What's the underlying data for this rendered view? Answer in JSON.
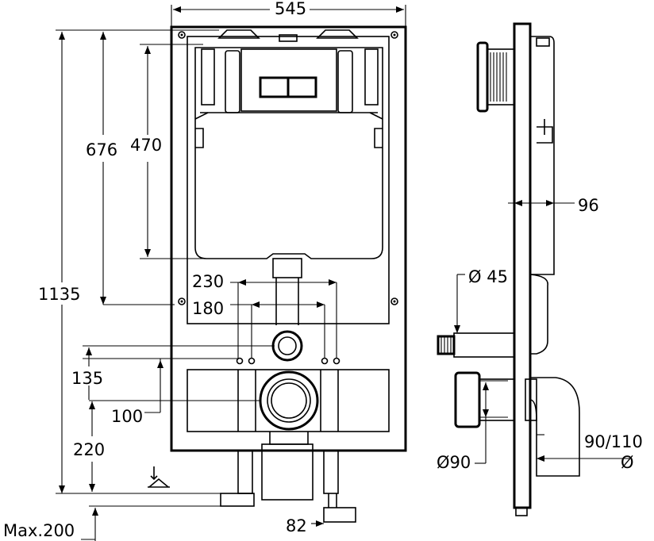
{
  "labels": {
    "width": "545",
    "height_total": "1135",
    "height_676": "676",
    "height_470": "470",
    "spacing_230": "230",
    "spacing_180": "180",
    "height_135": "135",
    "offset_100": "100",
    "height_220": "220",
    "max_200": "Max.200",
    "foot_82": "82",
    "depth_96": "96",
    "pipe_45": "Ø 45",
    "pipe_90": "Ø90",
    "pipe_90_110": "90/110",
    "phi_symbol": "Ø"
  }
}
